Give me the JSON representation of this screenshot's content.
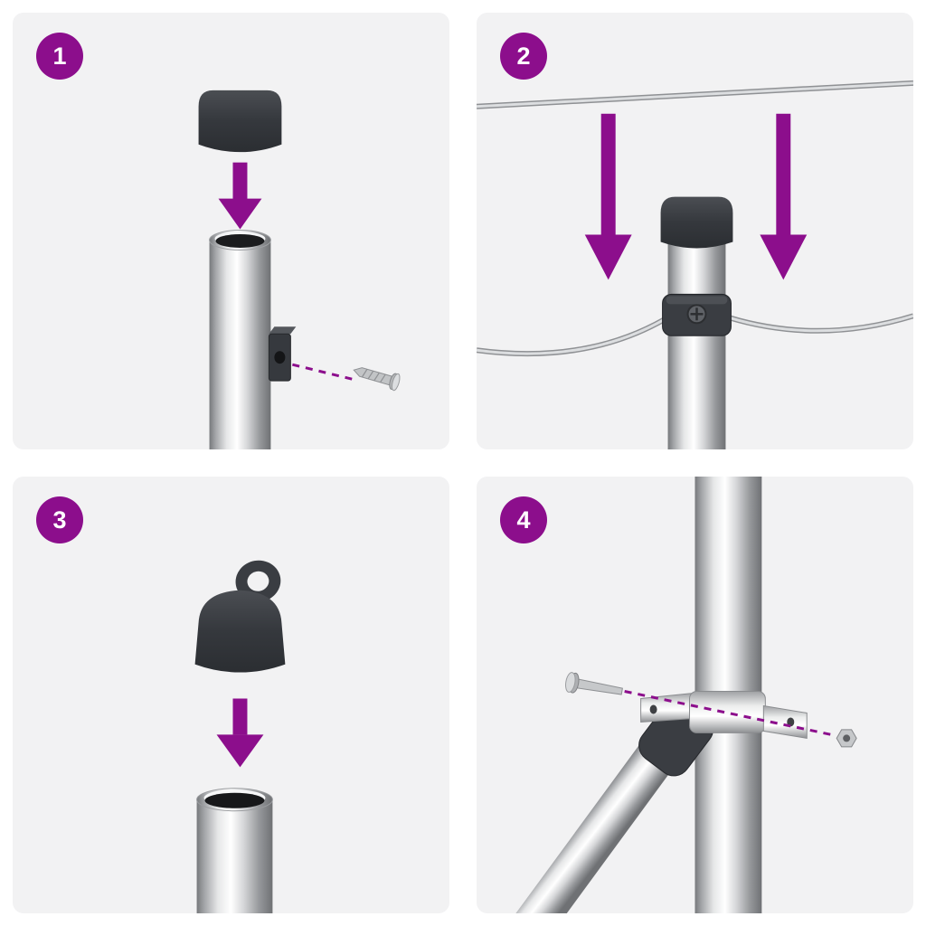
{
  "colors": {
    "accent_purple": "#8C0E8C",
    "panel_background": "#F2F2F3",
    "part_dark": "#3A3D42",
    "metal_light": "#E9EAEB",
    "background": "#FFFFFF"
  },
  "steps": [
    {
      "number": "1",
      "parts": [
        "post-cap",
        "down-arrow",
        "metal-post",
        "screw-bracket",
        "screw",
        "dashed-guide-line"
      ]
    },
    {
      "number": "2",
      "parts": [
        "tension-wire-top",
        "down-arrow-left",
        "down-arrow-right",
        "capped-post",
        "wire-clamp",
        "tension-wire-bottom"
      ]
    },
    {
      "number": "3",
      "parts": [
        "eyelet-cap",
        "down-arrow",
        "metal-post-opening"
      ]
    },
    {
      "number": "4",
      "parts": [
        "metal-post",
        "diagonal-brace",
        "brace-joint",
        "brace-clamp-strap",
        "bolt",
        "nut",
        "dashed-guide-line"
      ]
    }
  ]
}
